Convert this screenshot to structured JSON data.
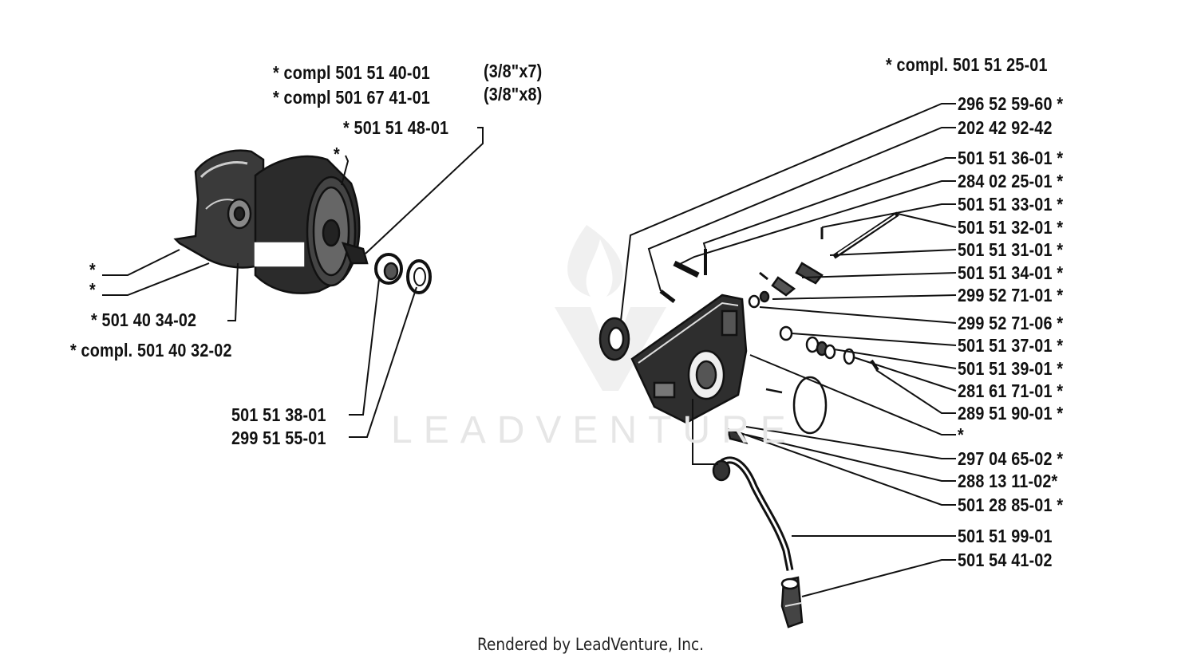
{
  "left_assembly": {
    "compl_1": {
      "prefix": "*  compl 501 51 40-01",
      "size": "(3/8\"x7)"
    },
    "compl_2": {
      "prefix": "*  compl 501 67 41-01",
      "size": "(3/8\"x8)"
    },
    "part_a": "*  501 51 48-01",
    "star_top": "*",
    "star_1": "*",
    "star_2": "*",
    "part_b": "*  501 40 34-02",
    "part_c": "*  compl.   501 40 32-02",
    "part_d": "501 51 38-01",
    "part_e": "299 51 55-01"
  },
  "right_assembly": {
    "compl": "*  compl. 501 51 25-01",
    "parts": [
      "296 52 59-60  *",
      "202 42 92-42",
      "501 51 36-01  *",
      "284 02 25-01  *",
      "501 51 33-01  *",
      "501 51 32-01  *",
      "501 51 31-01  *",
      "501 51 34-01  *",
      "299 52 71-01  *",
      "299 52 71-06  *",
      "501 51 37-01  *",
      "501 51 39-01  *",
      "281 61 71-01  *",
      "289 51 90-01  *",
      "*",
      "297 04 65-02  *",
      "288 13 11-02*",
      "501 28 85-01  *",
      "501 51 99-01",
      "501 54 41-02"
    ]
  },
  "watermark": "LEADVENTURE",
  "footer": "Rendered by LeadVenture, Inc."
}
